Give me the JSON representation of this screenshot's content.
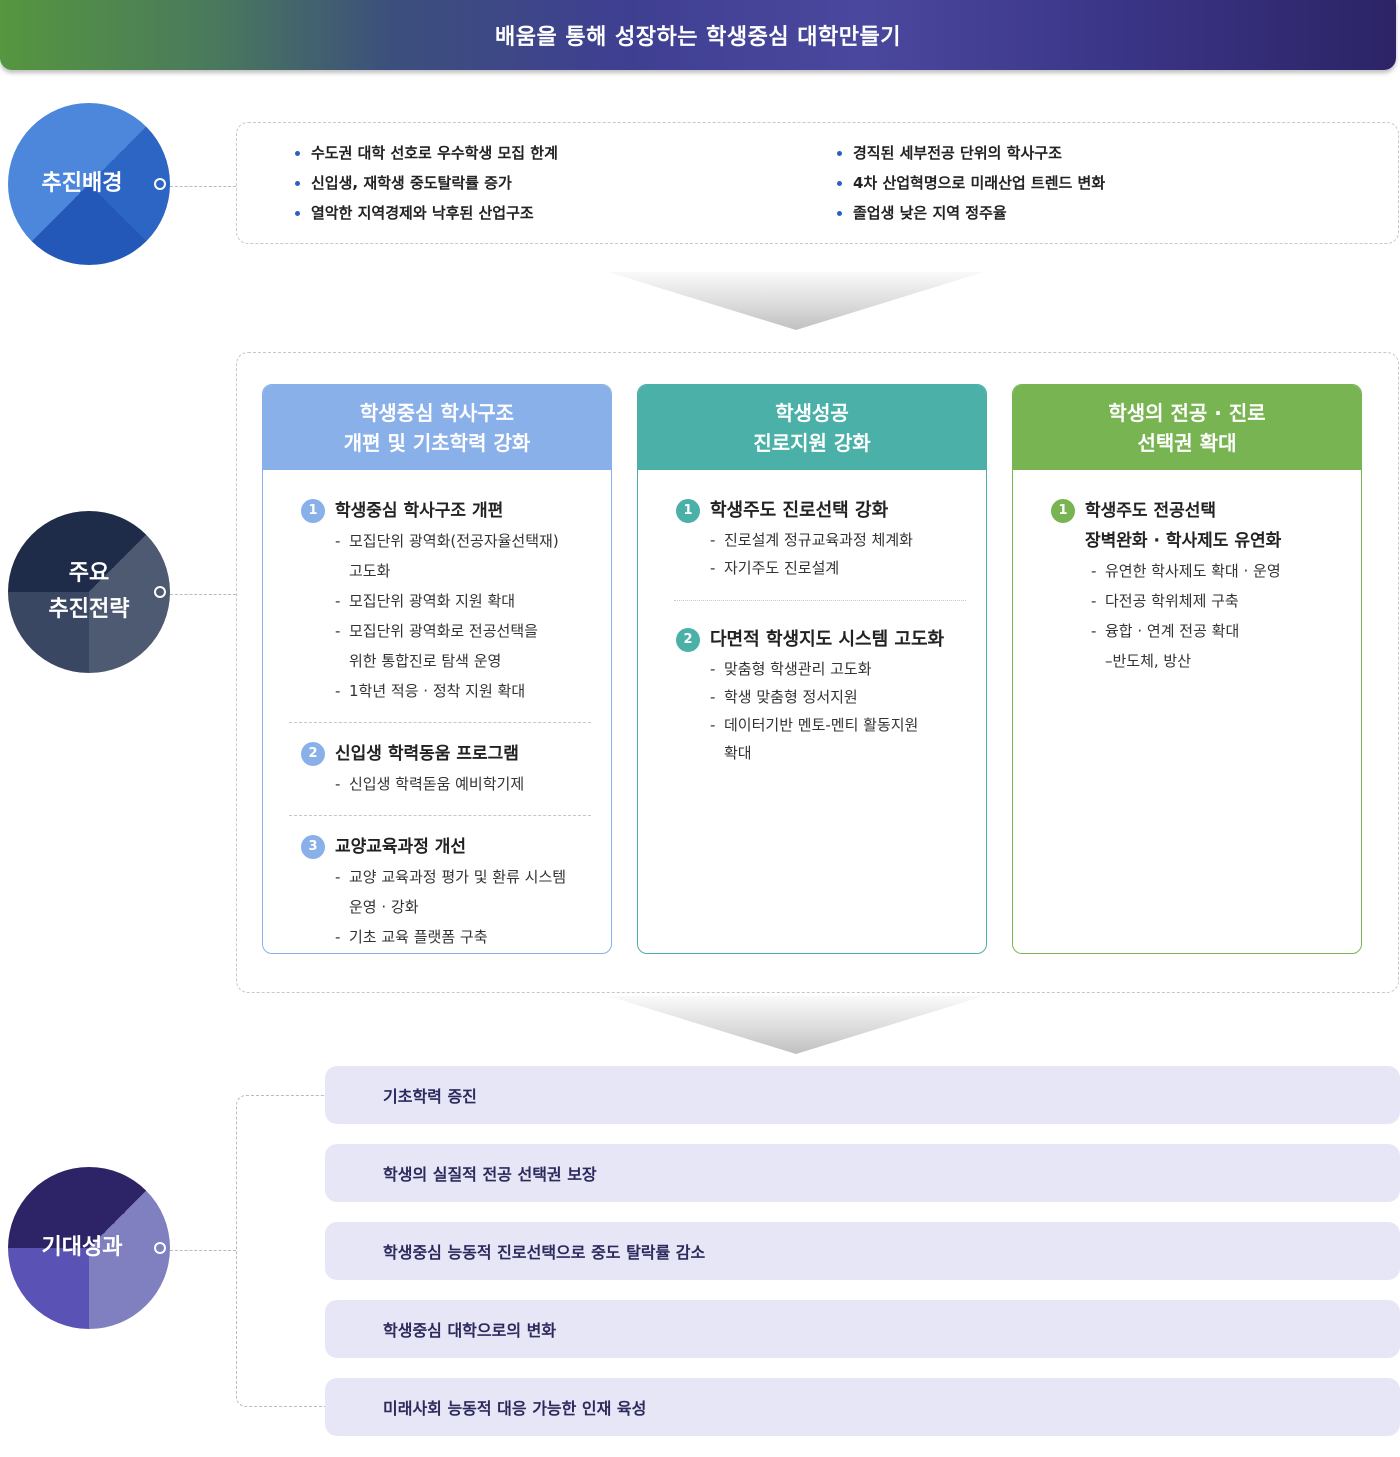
{
  "banner": {
    "title": "배움을 통해 성장하는 학생중심 대학만들기"
  },
  "colors": {
    "background_circle": "#2d63c2",
    "strategy_circle": "#1e2b49",
    "outcome_circle": "#2c2466",
    "card1": "#8ab0ea",
    "card2": "#4ab0a8",
    "card3": "#79b452",
    "outcome_bar": "#e6e6f6"
  },
  "background": {
    "label": "추진배경",
    "items_left": [
      "수도권 대학 선호로 우수학생 모집 한계",
      "신입생, 재학생 중도탈락률 증가",
      "열악한 지역경제와 낙후된 산업구조"
    ],
    "items_right": [
      "경직된 세부전공 단위의 학사구조",
      "4차 산업혁명으로 미래산업 트렌드 변화",
      "졸업생 낮은 지역 정주율"
    ]
  },
  "strategy": {
    "label_line1": "주요",
    "label_line2": "추진전략",
    "cards": [
      {
        "title": "학생중심 학사구조\n개편 및 기초학력 강화",
        "sections": [
          {
            "num": "1",
            "title": "학생중심 학사구조 개편",
            "items": [
              "모집단위 광역화(전공자율선택재)\n고도화",
              "모집단위 광역화 지원 확대",
              "모집단위 광역화로 전공선택을\n위한 통합진로 탐색 운영",
              "1학년 적응 · 정착 지원 확대"
            ]
          },
          {
            "num": "2",
            "title": "신입생 학력동움 프로그램",
            "items": [
              "신입생 학력돋움 예비학기제"
            ]
          },
          {
            "num": "3",
            "title": "교양교육과정 개선",
            "items": [
              "교양 교육과정 평가 및 환류 시스템\n운영 · 강화",
              "기초 교육 플랫폼 구축"
            ]
          }
        ]
      },
      {
        "title": "학생성공\n진로지원 강화",
        "sections": [
          {
            "num": "1",
            "title": "학생주도 진로선택 강화",
            "items": [
              "진로설계 정규교육과정 체계화",
              "자기주도 진로설계"
            ]
          },
          {
            "num": "2",
            "title": "다면적 학생지도 시스템 고도화",
            "items": [
              "맞춤형 학생관리 고도화",
              "학생 맞춤형 정서지원",
              "데이터기반 멘토-멘티 활동지원\n확대"
            ]
          }
        ]
      },
      {
        "title": "학생의 전공 · 진로\n선택권 확대",
        "sections": [
          {
            "num": "1",
            "title": "학생주도 전공선택\n장벽완화 · 학사제도 유연화",
            "items": [
              "유연한 학사제도 확대 · 운영",
              "다전공 학위체제 구축",
              "융합 · 연계 전공 확대\n–반도체, 방산"
            ]
          }
        ]
      }
    ]
  },
  "outcomes": {
    "label": "기대성과",
    "items": [
      "기초학력 증진",
      "학생의 실질적 전공 선택권 보장",
      "학생중심 능동적 진로선택으로 중도 탈락률 감소",
      "학생중심 대학으로의 변화",
      "미래사회 능동적 대응 가능한 인재 육성"
    ]
  }
}
